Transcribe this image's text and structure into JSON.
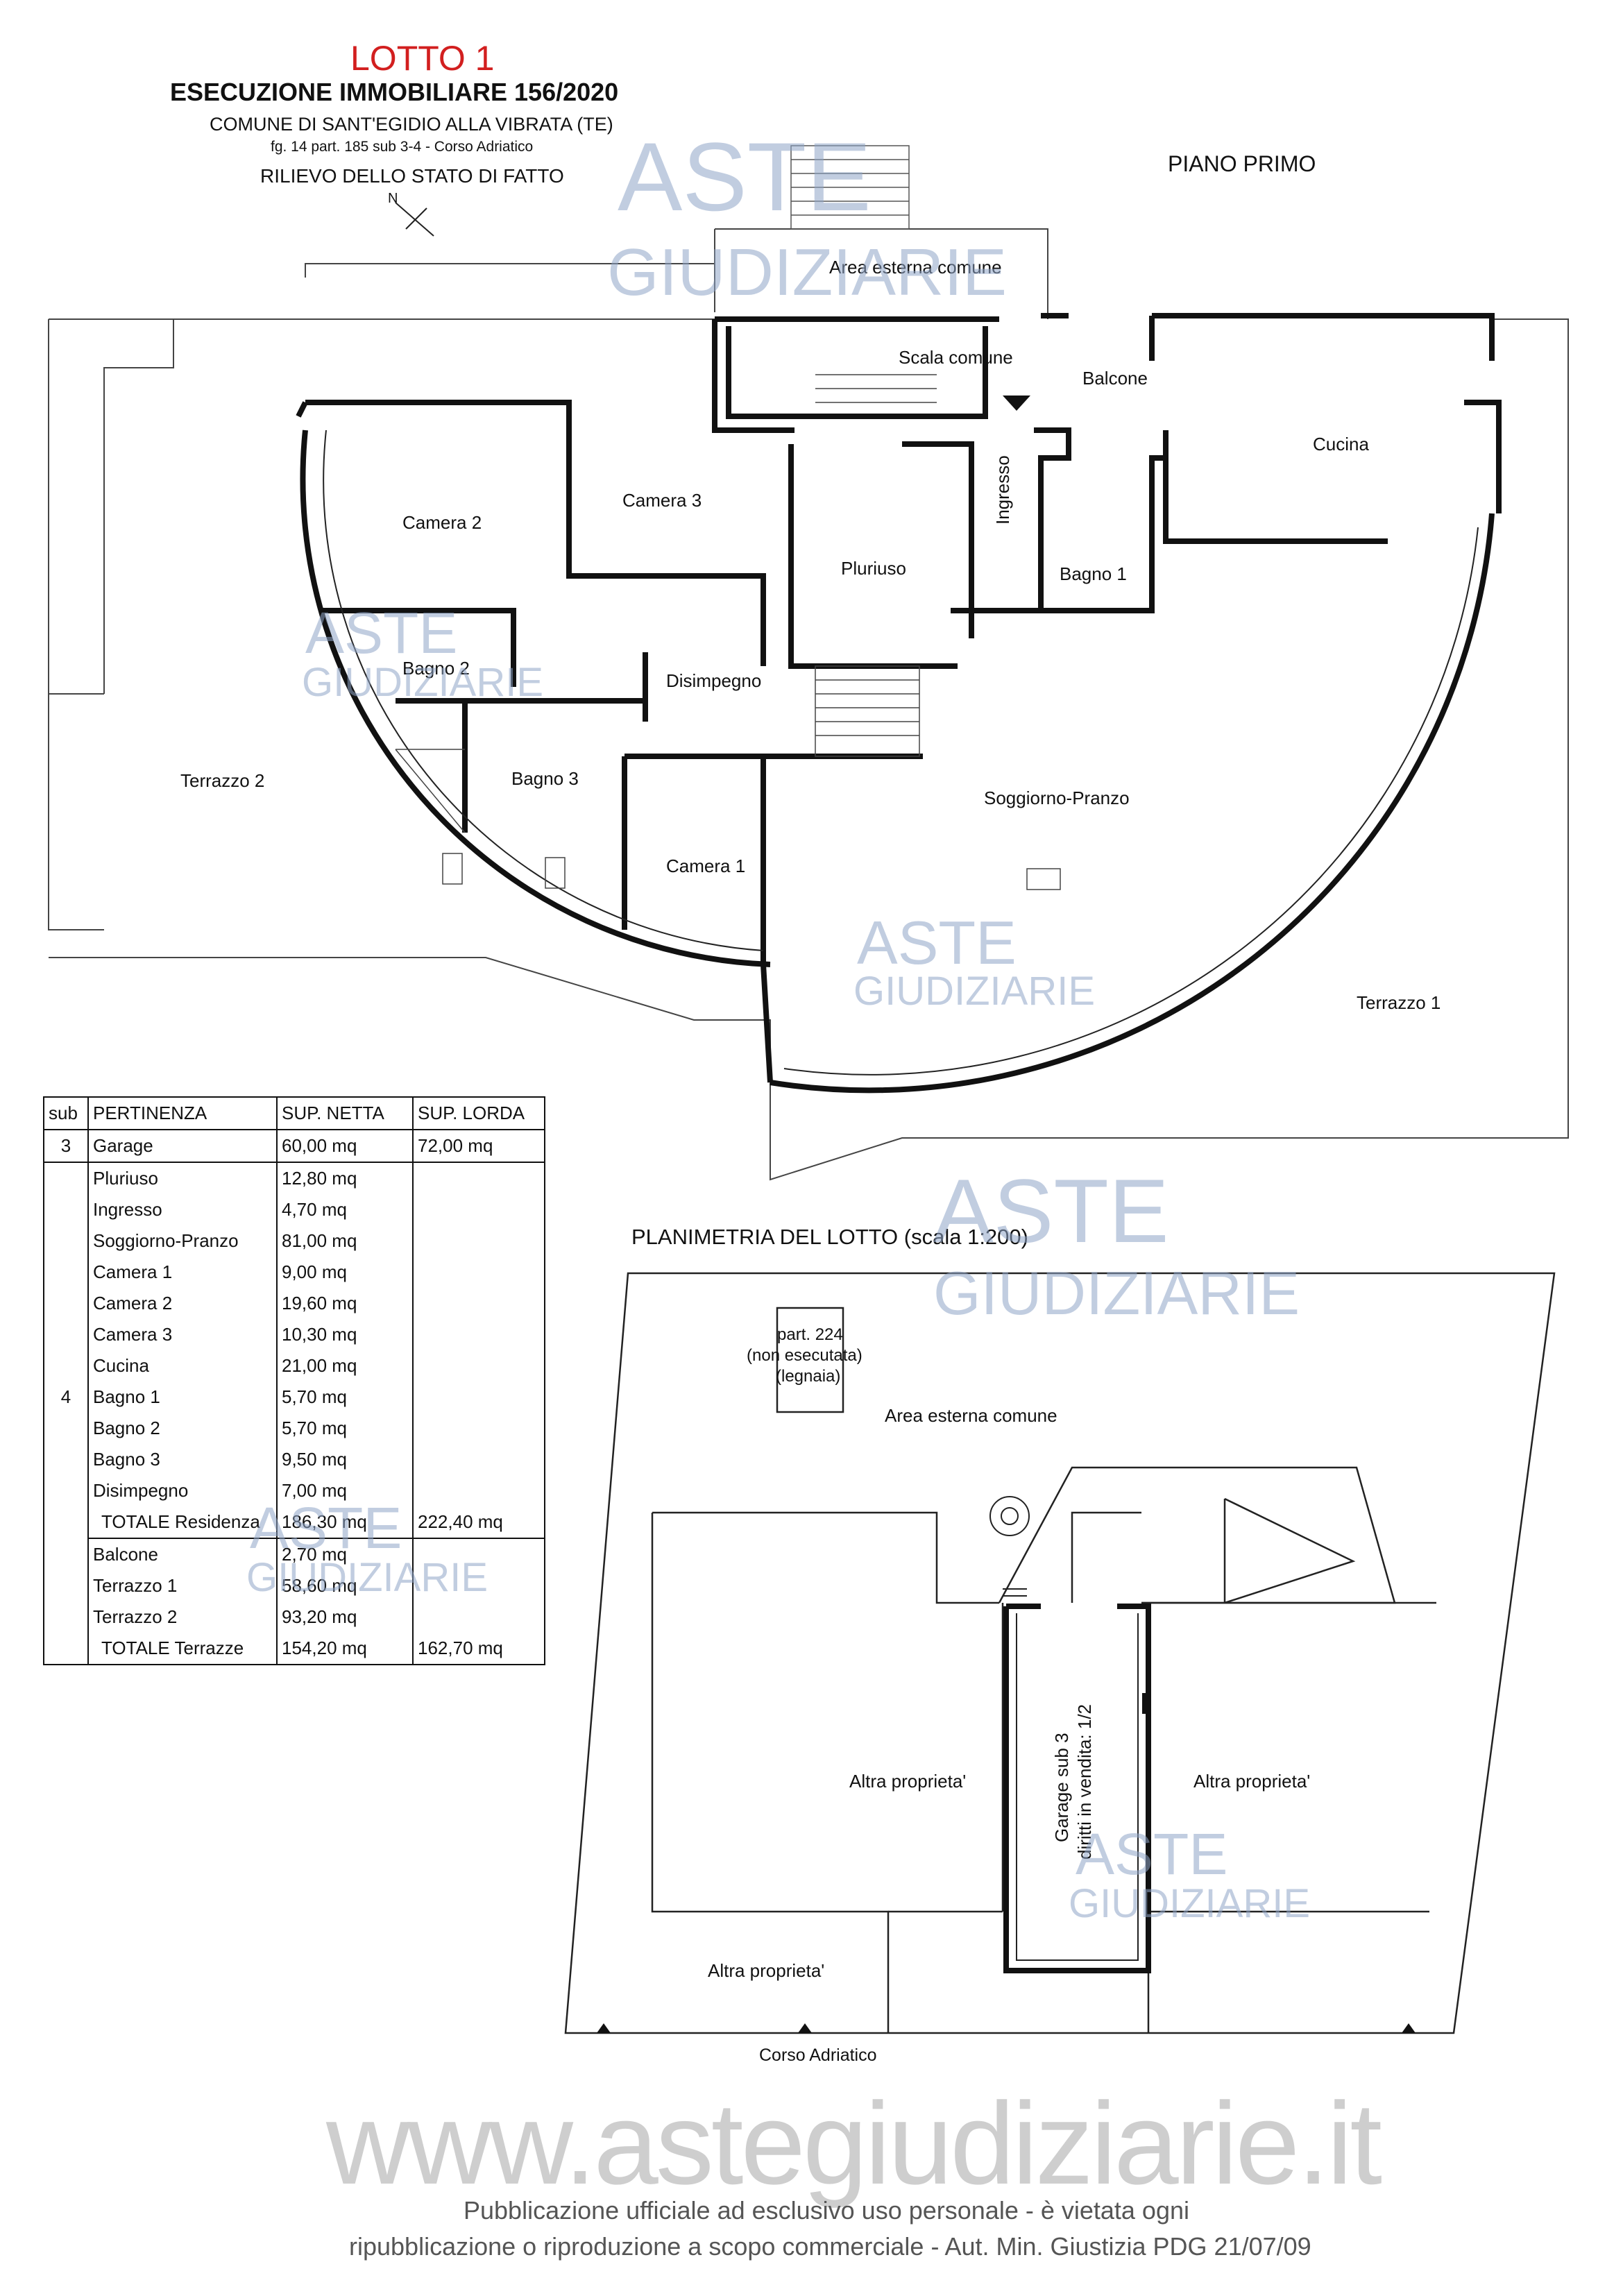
{
  "header": {
    "lot": "LOTTO 1",
    "title": "ESECUZIONE IMMOBILIARE 156/2020",
    "comune": "COMUNE DI SANT'EGIDIO ALLA VIBRATA (TE)",
    "catasto": "fg. 14  part. 185 sub 3-4  -  Corso Adriatico",
    "rilievo": "RILIEVO DELLO STATO DI FATTO",
    "north": "N",
    "floor": "PIANO PRIMO"
  },
  "plan": {
    "area_esterna": "Area esterna comune",
    "scala": "Scala comune",
    "balcone": "Balcone",
    "cucina": "Cucina",
    "camera2": "Camera 2",
    "camera3": "Camera 3",
    "pluriuso": "Pluriuso",
    "ingresso": "Ingresso",
    "bagno1": "Bagno 1",
    "bagno2": "Bagno 2",
    "disimpegno": "Disimpegno",
    "terrazzo2": "Terrazzo 2",
    "bagno3": "Bagno 3",
    "camera1": "Camera 1",
    "soggiorno": "Soggiorno-Pranzo",
    "terrazzo1": "Terrazzo 1"
  },
  "table": {
    "headers": [
      "sub",
      "PERTINENZA",
      "SUP. NETTA",
      "SUP. LORDA"
    ],
    "rows": [
      {
        "sub": "3",
        "name": "Garage",
        "netta": "60,00 mq",
        "lorda": "72,00 mq"
      },
      {
        "sub": "",
        "name": "Pluriuso",
        "netta": "12,80 mq",
        "lorda": ""
      },
      {
        "sub": "",
        "name": "Ingresso",
        "netta": "4,70 mq",
        "lorda": ""
      },
      {
        "sub": "",
        "name": "Soggiorno-Pranzo",
        "netta": "81,00 mq",
        "lorda": ""
      },
      {
        "sub": "",
        "name": "Camera 1",
        "netta": "9,00 mq",
        "lorda": ""
      },
      {
        "sub": "",
        "name": "Camera 2",
        "netta": "19,60 mq",
        "lorda": ""
      },
      {
        "sub": "",
        "name": "Camera 3",
        "netta": "10,30 mq",
        "lorda": ""
      },
      {
        "sub": "",
        "name": "Cucina",
        "netta": "21,00 mq",
        "lorda": ""
      },
      {
        "sub": "4",
        "name": "Bagno 1",
        "netta": "5,70 mq",
        "lorda": ""
      },
      {
        "sub": "",
        "name": "Bagno 2",
        "netta": "5,70 mq",
        "lorda": ""
      },
      {
        "sub": "",
        "name": "Bagno 3",
        "netta": "9,50 mq",
        "lorda": ""
      },
      {
        "sub": "",
        "name": "Disimpegno",
        "netta": "7,00 mq",
        "lorda": ""
      },
      {
        "sub": "",
        "name": "TOTALE Residenza",
        "netta": "186,30 mq",
        "lorda": "222,40 mq"
      },
      {
        "sub": "",
        "name": "Balcone",
        "netta": "2,70 mq",
        "lorda": ""
      },
      {
        "sub": "",
        "name": "Terrazzo 1",
        "netta": "58,60 mq",
        "lorda": ""
      },
      {
        "sub": "",
        "name": "Terrazzo 2",
        "netta": "93,20 mq",
        "lorda": ""
      },
      {
        "sub": "",
        "name": "TOTALE Terrazze",
        "netta": "154,20 mq",
        "lorda": "162,70 mq"
      }
    ]
  },
  "site": {
    "title": "PLANIMETRIA DEL LOTTO (scala 1:200)",
    "part224_a": "part. 224",
    "part224_b": "(non esecutata)",
    "part224_c": "(legnaia)",
    "area_esterna": "Area esterna comune",
    "altra1": "Altra proprieta'",
    "altra2": "Altra proprieta'",
    "altra3": "Altra proprieta'",
    "garage_a": "Garage sub 3",
    "garage_b": "diritti in vendita: 1/2",
    "street": "Corso Adriatico"
  },
  "watermark": {
    "aste": "ASTE",
    "giudiziarie": "GIUDIZIARIE",
    "site": "www.astegiudiziarie.it",
    "color": "#8fa5c8"
  },
  "footer": {
    "line1": "Pubblicazione ufficiale ad esclusivo uso personale - è vietata ogni",
    "line2": "ripubblicazione o riproduzione a scopo commerciale - Aut. Min. Giustizia PDG 21/07/09"
  }
}
